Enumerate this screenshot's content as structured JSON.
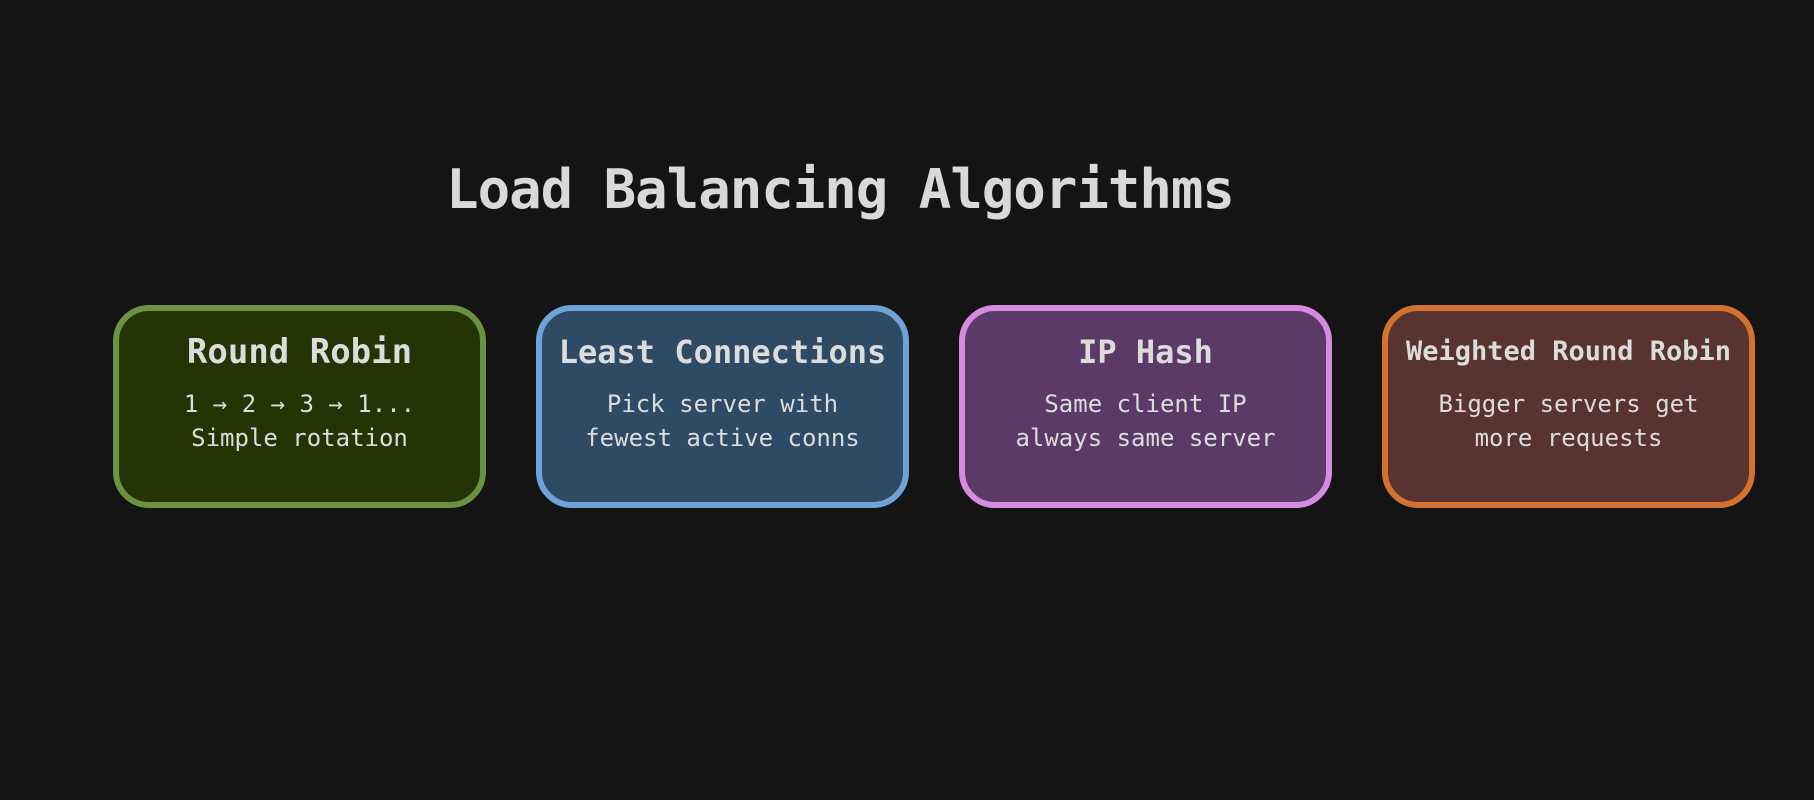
{
  "page": {
    "background_color": "#141414",
    "title": "Load Balancing Algorithms",
    "title_color": "#d9d9d9"
  },
  "cards": [
    {
      "id": "round-robin",
      "title": "Round Robin",
      "lines": [
        "1 → 2 → 3 → 1...",
        "Simple rotation"
      ],
      "border_color": "#6c9140",
      "background_color": "#253404",
      "text_color": "#dcdcdc"
    },
    {
      "id": "least-connections",
      "title": "Least Connections",
      "lines": [
        "Pick server with",
        "fewest active conns"
      ],
      "border_color": "#6fa3d8",
      "background_color": "#2e4a64",
      "text_color": "#dcdcdc"
    },
    {
      "id": "ip-hash",
      "title": "IP Hash",
      "lines": [
        "Same client IP",
        "always same server"
      ],
      "border_color": "#d78be0",
      "background_color": "#5c3a67",
      "text_color": "#dcdcdc"
    },
    {
      "id": "weighted-round-robin",
      "title": "Weighted Round Robin",
      "lines": [
        "Bigger servers get",
        "more requests"
      ],
      "border_color": "#d3722f",
      "background_color": "#583330",
      "text_color": "#dcdcdc"
    }
  ]
}
